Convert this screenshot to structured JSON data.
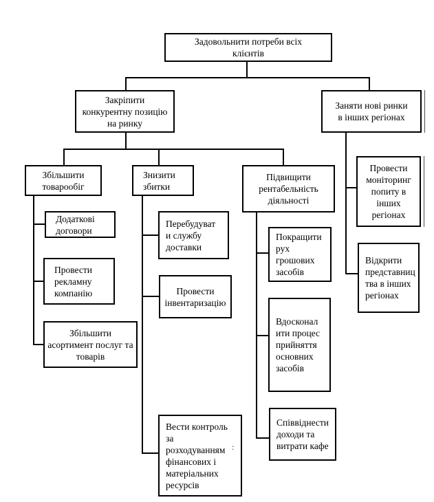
{
  "diagram": {
    "type": "goal-tree-orgchart",
    "language": "uk",
    "colors": {
      "background": "#ffffff",
      "border": "#000000",
      "text": "#000000"
    },
    "nodes": {
      "root": {
        "label": "Задовольнити потреби всіх\nклієнтів"
      },
      "strengthen_position": {
        "label": "Закріпити\nконкурентну позицію\nна ринку"
      },
      "occupy_markets": {
        "label": "Заняти нові ринки\nв інших регіонах"
      },
      "increase_turnover": {
        "label": "Збільшити\nтоварообіг"
      },
      "reduce_losses": {
        "label": "Знизити\nзбитки"
      },
      "increase_profitability": {
        "label": "Підвищити\nрентабельність\nдіяльності"
      },
      "monitor_demand": {
        "label": "Провести\nмоніторинг\nпопиту в\nінших\nрегіонах"
      },
      "open_offices": {
        "label": "Відкрити\nпредставниц\nтва в інших\nрегіонах"
      },
      "extra_contracts": {
        "label": "Додаткові\nдоговори"
      },
      "advertising": {
        "label": "Провести\nрекламну\nкомпанію"
      },
      "expand_assortment": {
        "label": "Збільшити\nасортимент послуг та\nтоварів"
      },
      "rebuild_delivery": {
        "label": "Перебудуват\nи службу\nдоставки"
      },
      "inventory": {
        "label": "Провести\nінвентаризацію"
      },
      "cost_control": {
        "label": "Вести контроль\nза\nрозходуванням\nфінансових і\nматеріальних\nресурсів"
      },
      "improve_cashflow": {
        "label": "Покращити\nрух\nгрошових\nзасобів"
      },
      "improve_assets_process": {
        "label": "Вдосконал\nити процес\nприйняття\nосновних\nзасобів"
      },
      "balance_income": {
        "label": "Співвіднести\nдоходи та\nвитрати кафе"
      }
    },
    "stray_mark": ":"
  }
}
